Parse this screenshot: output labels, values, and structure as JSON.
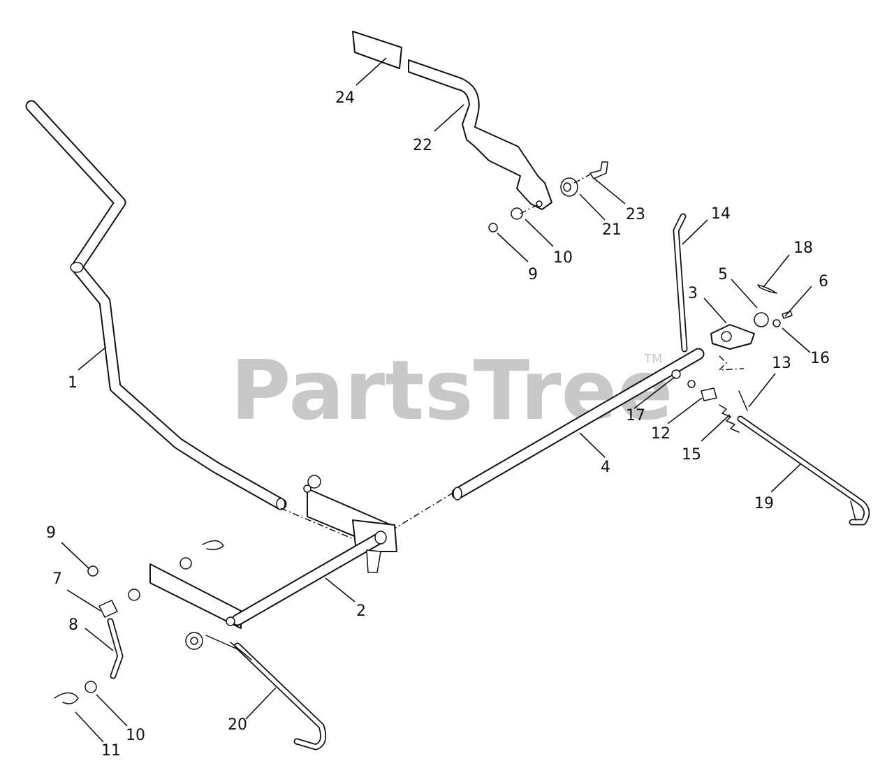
{
  "watermark": {
    "text": "PartsTree",
    "trademark": "TM"
  },
  "callouts": {
    "c1": "1",
    "c2": "2",
    "c3": "3",
    "c4": "4",
    "c5": "5",
    "c6": "6",
    "c7": "7",
    "c8": "8",
    "c9_top": "9",
    "c9_bottom": "9",
    "c10_top": "10",
    "c10_bottom": "10",
    "c11": "11",
    "c12": "12",
    "c13": "13",
    "c14": "14",
    "c15": "15",
    "c16": "16",
    "c17": "17",
    "c18": "18",
    "c19": "19",
    "c20": "20",
    "c21": "21",
    "c22": "22",
    "c23": "23",
    "c24": "24"
  },
  "colors": {
    "line": "#111111",
    "background": "#ffffff",
    "watermark": "#c8c8c8"
  }
}
